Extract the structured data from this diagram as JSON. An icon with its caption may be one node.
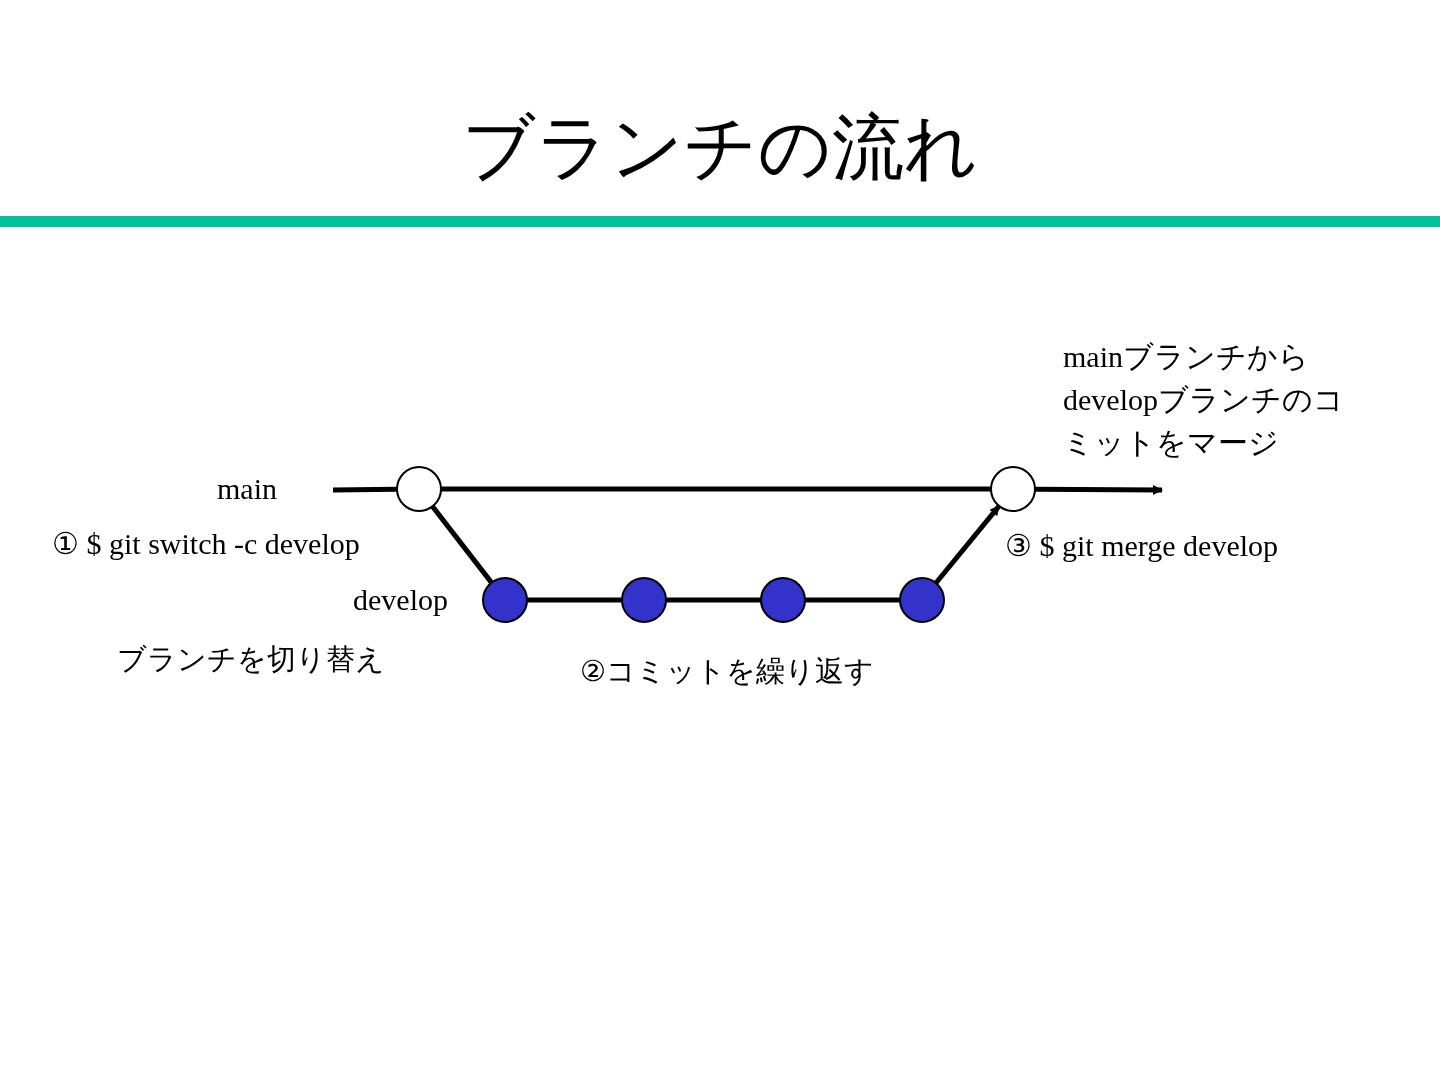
{
  "diagram": {
    "title": "ブランチの流れ",
    "nodes": [
      {
        "text": [],
        "shape": "circle"
      },
      {
        "text": [],
        "shape": "circle"
      },
      {
        "text": [],
        "shape": "circle"
      },
      {
        "text": [],
        "shape": "circle"
      },
      {
        "text": [],
        "shape": "circle"
      },
      {
        "text": [],
        "shape": "circle"
      }
    ],
    "edges": [
      {
        "from": null,
        "to": 0,
        "arrow": "none"
      },
      {
        "from": 0,
        "to": 1,
        "arrow": "none"
      },
      {
        "from": 1,
        "to": null,
        "arrow": "to"
      },
      {
        "from": 0,
        "to": 2,
        "arrow": "none"
      },
      {
        "from": 2,
        "to": 3,
        "arrow": "none"
      },
      {
        "from": 3,
        "to": 4,
        "arrow": "none"
      },
      {
        "from": 4,
        "to": 5,
        "arrow": "none"
      },
      {
        "from": 5,
        "to": 1,
        "arrow": "to"
      }
    ],
    "labels": [
      "mainブランチからdevelopブランチのコミットをマージ",
      "main",
      "① $ git switch -c develop",
      "③ $ git merge develop",
      "develop",
      "ブランチを切り替え",
      "②コミットを繰り返す"
    ]
  }
}
